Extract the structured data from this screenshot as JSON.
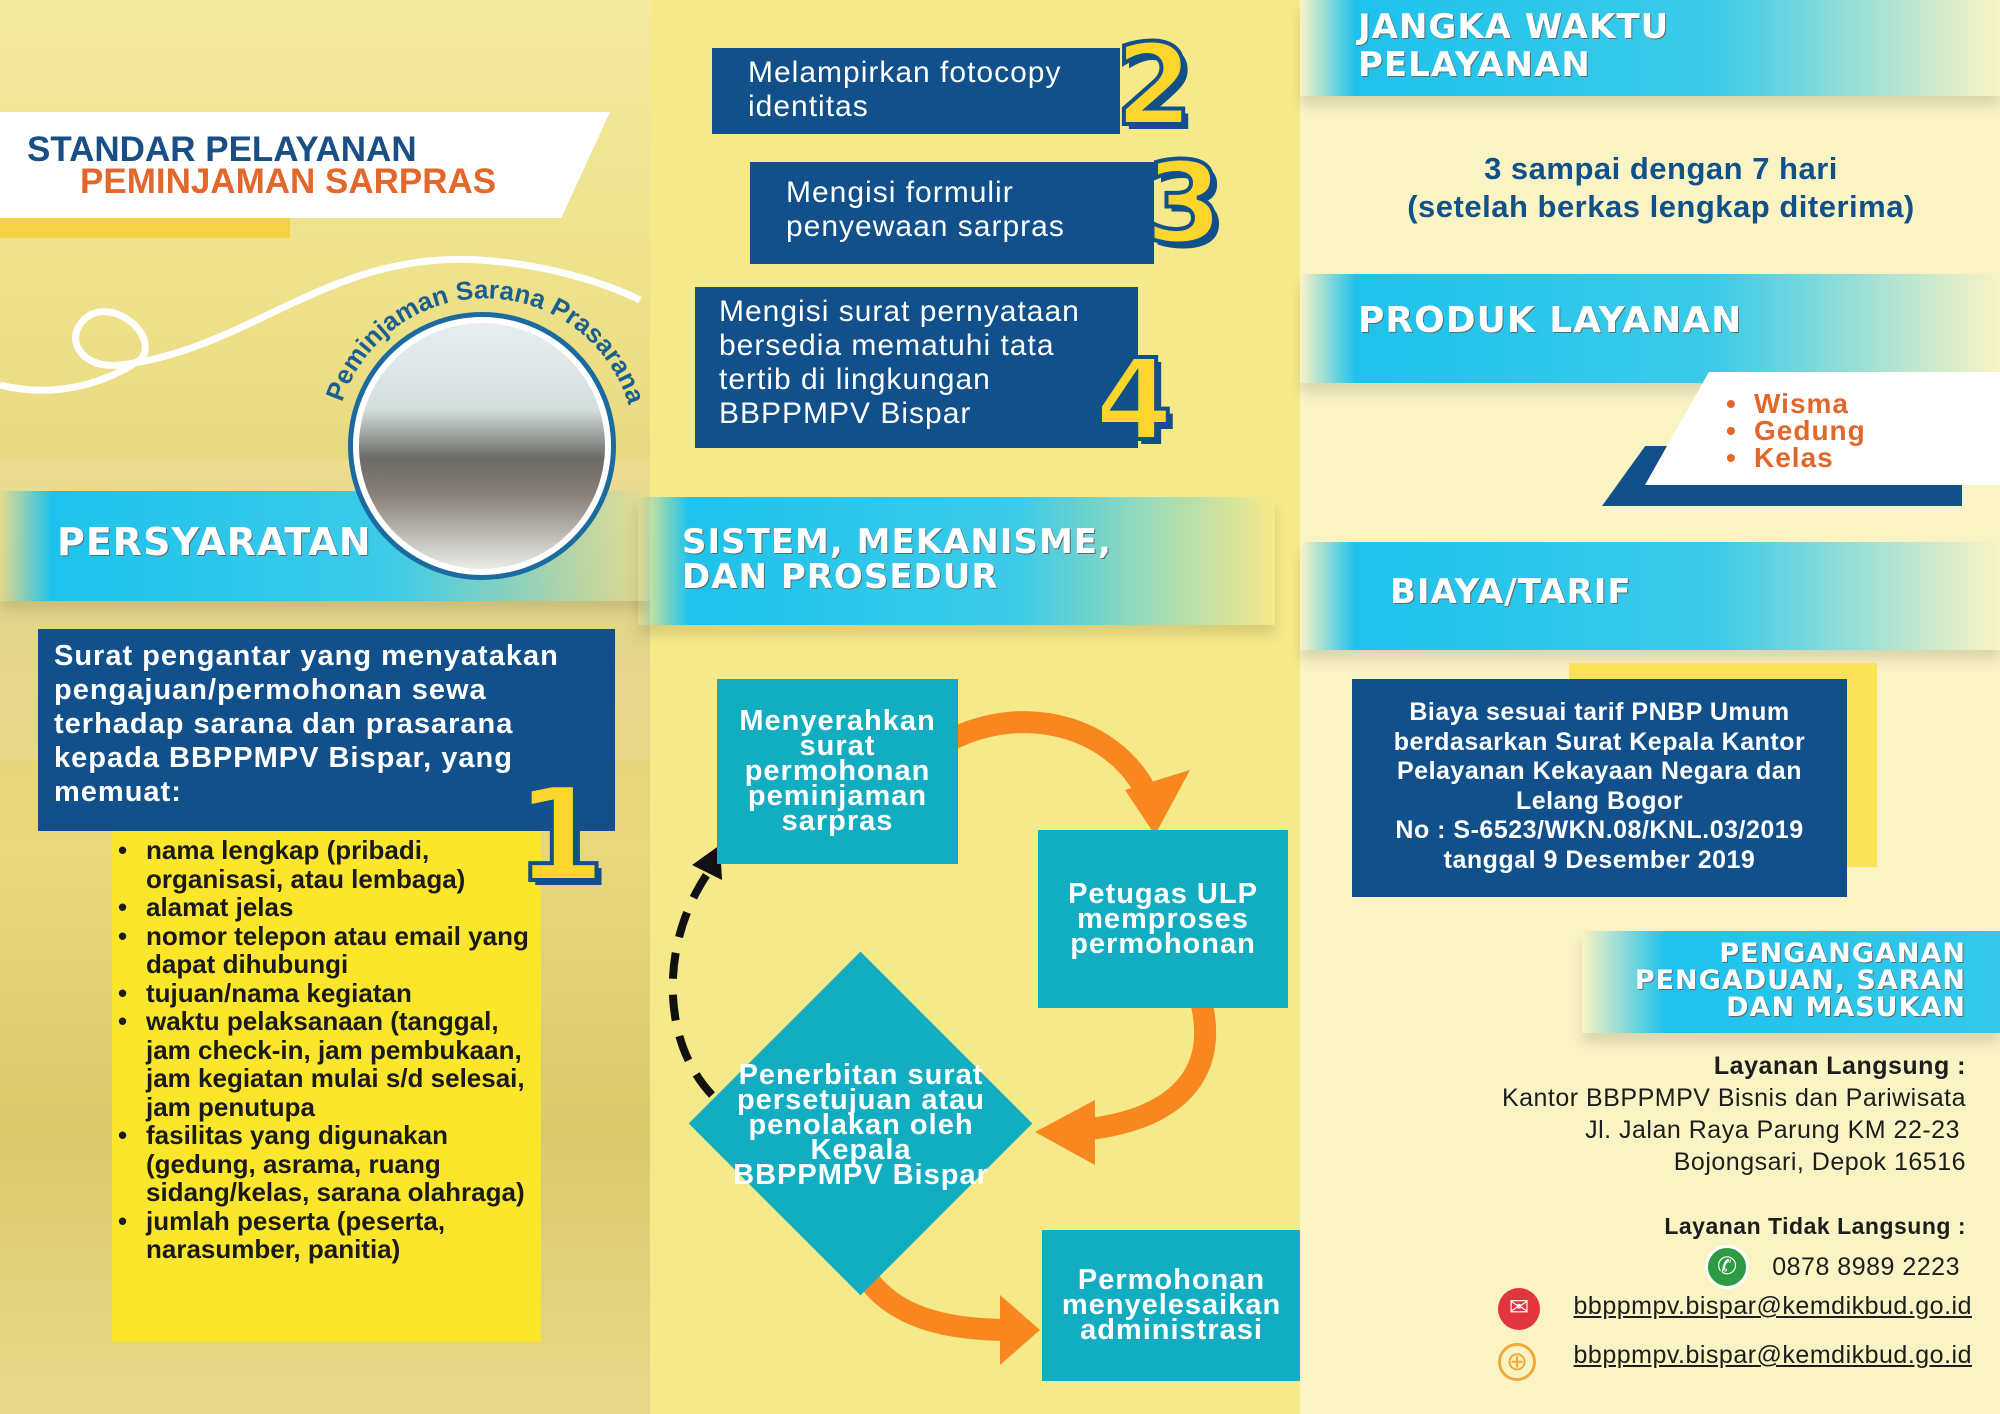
{
  "header": {
    "title_line1": "STANDAR PELAYANAN",
    "title_line2": "PEMINJAMAN SARPRAS",
    "photo_caption": "Peminjaman Sarana Prasarana"
  },
  "persyaratan": {
    "heading": "PERSYARATAN",
    "intro": "Surat pengantar yang menyatakan pengajuan/permohonan sewa terhadap sarana dan prasarana kepada BBPPMPV Bispar, yang memuat:",
    "number": "1",
    "items": [
      "nama lengkap (pribadi, organisasi, atau lembaga)",
      "alamat jelas",
      "nomor telepon atau email yang dapat dihubungi",
      "tujuan/nama kegiatan",
      "waktu pelaksanaan (tanggal, jam check-in, jam pembukaan, jam kegiatan mulai s/d selesai, jam penutupa",
      "fasilitas yang digunakan (gedung, asrama, ruang sidang/kelas, sarana olahraga)",
      "jumlah peserta (peserta, narasumber, panitia)"
    ]
  },
  "steps": [
    {
      "number": "2",
      "text": "Melampirkan fotocopy identitas"
    },
    {
      "number": "3",
      "text": "Mengisi formulir penyewaan sarpras"
    },
    {
      "number": "4",
      "text": "Mengisi surat pernyataan bersedia mematuhi tata tertib di lingkungan BBPPMPV Bispar"
    }
  ],
  "sistem": {
    "heading_line1": "SISTEM, MEKANISME,",
    "heading_line2": "DAN PROSEDUR",
    "flow": [
      "Menyerahkan surat permohonan peminjaman sarpras",
      "Petugas ULP memproses permohonan",
      "Penerbitan surat persetujuan atau penolakan oleh Kepala BBPPMPV Bispar",
      "Permohonan menyelesaikan administrasi"
    ]
  },
  "jangka": {
    "heading_line1": "JANGKA WAKTU",
    "heading_line2": "PELAYANAN",
    "line1": "3 sampai dengan 7 hari",
    "line2": "(setelah berkas lengkap diterima)"
  },
  "produk": {
    "heading": "PRODUK LAYANAN",
    "items": [
      "Wisma",
      "Gedung",
      "Kelas"
    ]
  },
  "biaya": {
    "heading": "BIAYA/TARIF",
    "text": "Biaya sesuai tarif PNBP Umum berdasarkan Surat Kepala Kantor Pelayanan Kekayaan Negara dan Lelang Bogor",
    "no": "No : S-6523/WKN.08/KNL.03/2019",
    "date": "tanggal 9 Desember 2019"
  },
  "pengaduan": {
    "heading_line1": "PENGANGANAN",
    "heading_line2": "PENGADUAN, SARAN",
    "heading_line3": "DAN MASUKAN",
    "langsung_label": "Layanan Langsung :",
    "address1": "Kantor BBPPMPV Bisnis dan Pariwisata",
    "address2": "Jl. Jalan Raya Parung KM 22-23",
    "address3": "Bojongsari, Depok 16516",
    "tidak_langsung_label": "Layanan  Tidak Langsung :",
    "phone": "0878 8989 2223",
    "email": "bbppmpv.bispar@kemdikbud.go.id",
    "website": "bbppmpv.bispar@kemdikbud.go.id"
  },
  "colors": {
    "navy": "#11508a",
    "cyan": "#12adc1",
    "orange": "#e2672a",
    "yellow": "#fce62c"
  }
}
